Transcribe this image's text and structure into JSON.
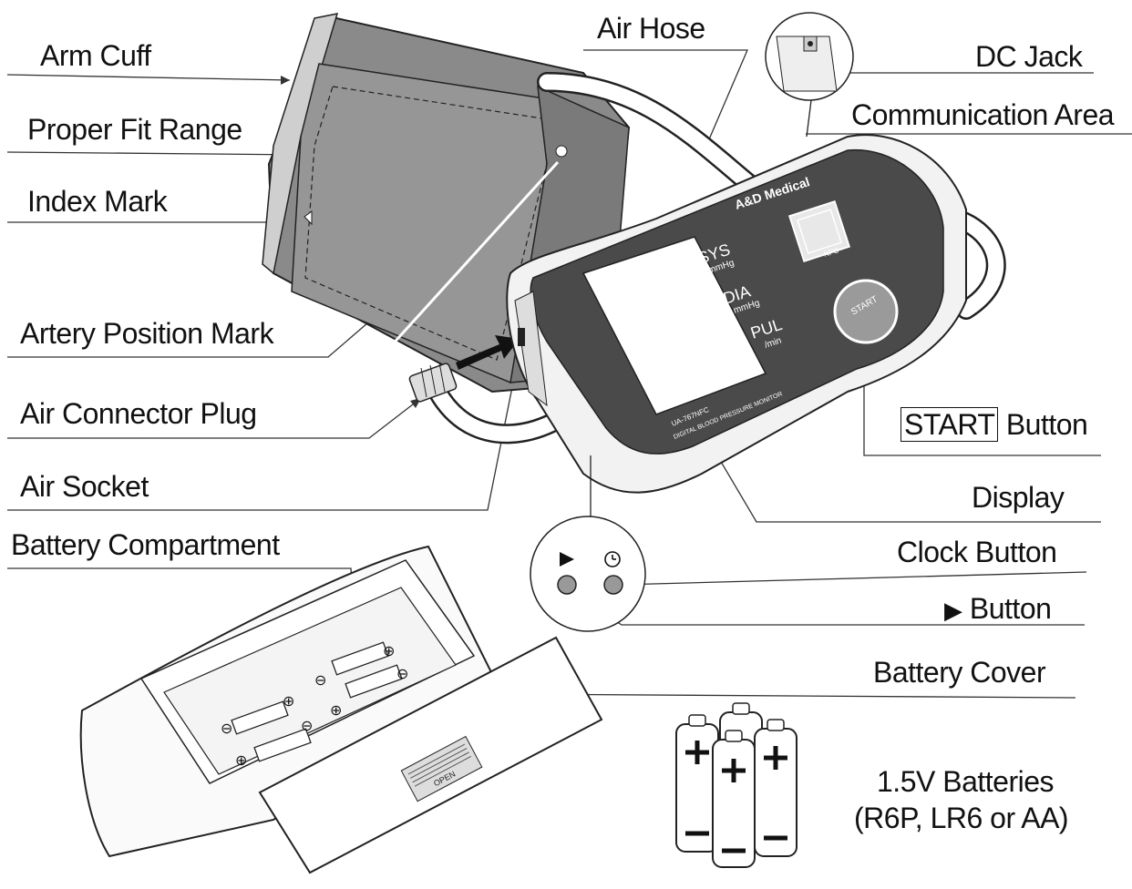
{
  "labels": {
    "arm_cuff": "Arm Cuff",
    "proper_fit_range": "Proper Fit Range",
    "index_mark": "Index  Mark",
    "artery_position_mark": "Artery Position Mark",
    "air_connector_plug": "Air Connector Plug",
    "air_socket": "Air Socket",
    "battery_compartment": "Battery Compartment",
    "air_hose": "Air Hose",
    "dc_jack": "DC Jack",
    "communication_area": "Communication Area",
    "start_word": "START",
    "button_word": "Button",
    "display": "Display",
    "clock_button": "Clock Button",
    "play_glyph": "▶",
    "battery_cover": "Battery Cover",
    "batteries_line1": "1.5V Batteries",
    "batteries_line2": "(R6P, LR6 or AA)"
  },
  "device": {
    "brand": "A&D Medical",
    "sys": "SYS",
    "dia": "DIA",
    "pul": "PUL",
    "mmhg": "mmHg",
    "per_min": "/min",
    "start": "START",
    "nfc": "NFC",
    "model": "UA-767NFC",
    "model_desc": "DIGITAL BLOOD PRESSURE MONITOR",
    "open": "OPEN"
  },
  "colors": {
    "ink": "#111111",
    "cuff_grey": "#8a8a8a",
    "panel_dark": "#4a4a4a",
    "body_light": "#f2f2f2",
    "start_grey": "#9a9a9a"
  }
}
